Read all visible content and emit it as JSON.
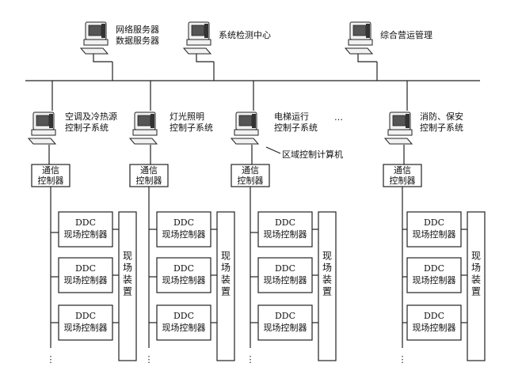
{
  "servers": [
    {
      "lines": [
        "网络服务器",
        "数据服务器"
      ]
    },
    {
      "lines": [
        "系统检测中心"
      ]
    },
    {
      "lines": [
        "综合营运管理"
      ]
    }
  ],
  "subsystems": [
    {
      "lines": [
        "空调及冷热源",
        "控制子系统"
      ]
    },
    {
      "lines": [
        "灯光照明",
        "控制子系统"
      ]
    },
    {
      "lines": [
        "电梯运行",
        "控制子系统"
      ]
    },
    {
      "lines": [
        "消防、保安",
        "控制子系统"
      ]
    }
  ],
  "ellipsis_horizontal": "…",
  "area_computer_label": "区域控制计算机",
  "comm_controller": [
    "通信",
    "控制器"
  ],
  "ddc_controller": [
    "DDC",
    "现场控制器"
  ],
  "field_device": "现场装置",
  "ellipsis_vertical": "⋮"
}
